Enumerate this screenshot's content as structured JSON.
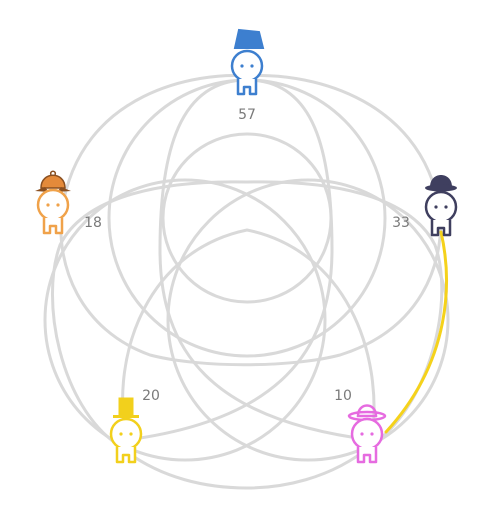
{
  "game": {
    "players": [
      {
        "id": "blue",
        "score": "57",
        "color": "#3d7fcf",
        "hat": "fez-hat-icon"
      },
      {
        "id": "navy",
        "score": "33",
        "color": "#3f3f5f",
        "hat": "bowler-hat-icon"
      },
      {
        "id": "pink",
        "score": "10",
        "color": "#e66be0",
        "hat": "sun-hat-icon"
      },
      {
        "id": "yellow",
        "score": "20",
        "color": "#f2d01c",
        "hat": "top-hat-icon"
      },
      {
        "id": "orange",
        "score": "18",
        "color": "#f0a24a",
        "hat": "deerstalker-hat-icon"
      }
    ],
    "active_link": {
      "from": "navy",
      "to": "pink",
      "color": "#f5d21b"
    },
    "ring_color": "#d9d9d9"
  }
}
